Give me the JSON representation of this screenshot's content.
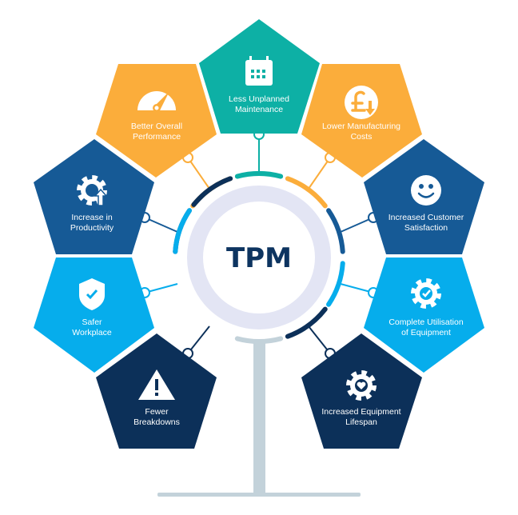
{
  "center": {
    "title": "TPM"
  },
  "colors": {
    "teal": "#0db0a5",
    "orange": "#fbad3b",
    "blue": "#165a96",
    "lightblue": "#06adec",
    "navy": "#0c3059",
    "ring": "#e3e5f4",
    "stem": "#c3d2da"
  },
  "benefits": [
    {
      "lines": [
        "Less Unplanned",
        "Maintenance"
      ],
      "icon": "calendar-icon",
      "color": "teal"
    },
    {
      "lines": [
        "Better Overall",
        "Performance"
      ],
      "icon": "speedometer-icon",
      "color": "orange"
    },
    {
      "lines": [
        "Lower Manufacturing",
        "Costs"
      ],
      "icon": "pound-down-icon",
      "color": "orange"
    },
    {
      "lines": [
        "Increase in",
        "Productivity"
      ],
      "icon": "gear-arrow-up-icon",
      "color": "blue"
    },
    {
      "lines": [
        "Increased Customer",
        "Satisfaction"
      ],
      "icon": "smiley-icon",
      "color": "blue"
    },
    {
      "lines": [
        "Safer",
        "Workplace"
      ],
      "icon": "shield-check-icon",
      "color": "lightblue"
    },
    {
      "lines": [
        "Complete Utilisation",
        "of Equipment"
      ],
      "icon": "gear-check-icon",
      "color": "lightblue"
    },
    {
      "lines": [
        "Fewer",
        "Breakdowns"
      ],
      "icon": "warning-icon",
      "color": "navy"
    },
    {
      "lines": [
        "Increased Equipment",
        "Lifespan"
      ],
      "icon": "gear-heart-icon",
      "color": "navy"
    }
  ]
}
